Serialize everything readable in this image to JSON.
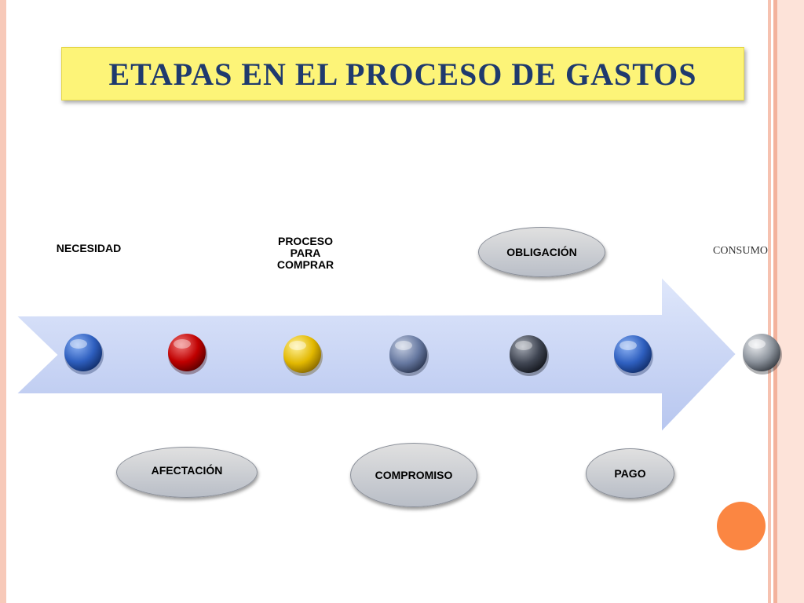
{
  "title": "ETAPAS EN EL PROCESO DE GASTOS",
  "stages_top": {
    "necesidad": "NECESIDAD",
    "proceso_line1": "PROCESO",
    "proceso_line2": "PARA",
    "proceso_line3": "COMPRAR",
    "obligacion": "OBLIGACIÓN",
    "consumo": "CONSUMO"
  },
  "stages_bottom": {
    "afectacion": "AFECTACIÓN",
    "compromiso": "COMPROMISO",
    "pago": "PAGO"
  },
  "colors": {
    "title_bg": "#fdf478",
    "title_text": "#1f3a6e",
    "arrow_fill": "#c7d3f4",
    "accent_orange": "#fb8642"
  }
}
